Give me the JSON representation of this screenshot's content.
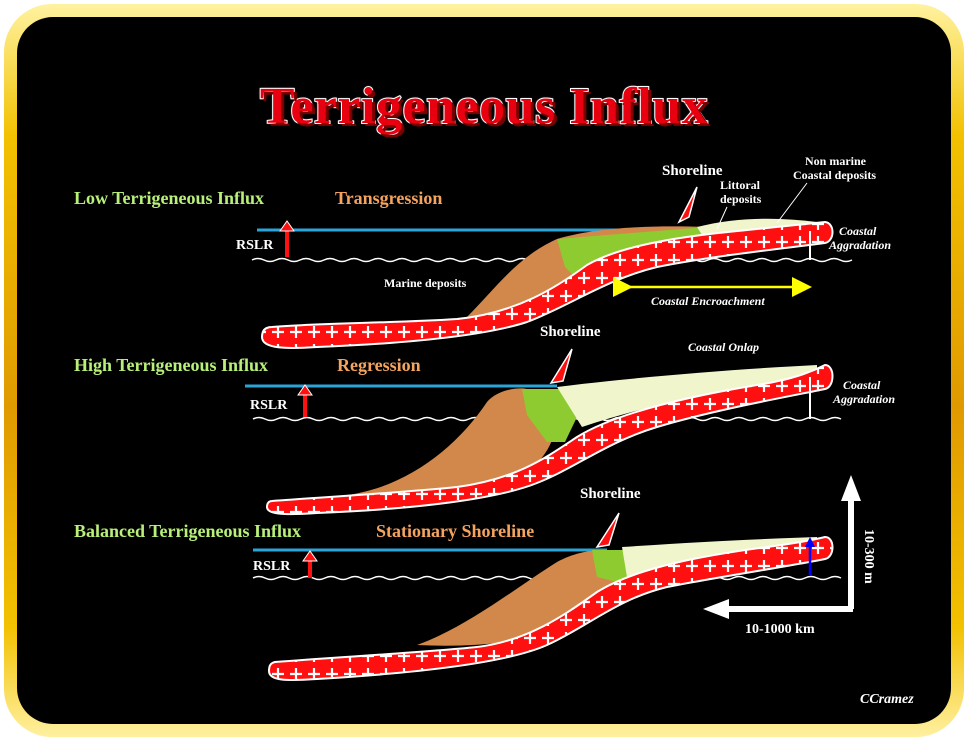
{
  "title": "Terrigeneous Influx",
  "credit": "CCramez",
  "panels": [
    {
      "influx_label": "Low Terrigeneous Influx",
      "regime_label": "Transgression",
      "rslr_label": "RSLR",
      "shoreline_label": "Shoreline",
      "littoral_label_1": "Littoral",
      "littoral_label_2": "deposits",
      "nonmarine_label_1": "Non marine",
      "nonmarine_label_2": "Coastal deposits",
      "marine_label": "Marine deposits",
      "aggradation_label_1": "Coastal",
      "aggradation_label_2": "Aggradation",
      "encroachment_label": "Coastal Encroachment"
    },
    {
      "influx_label": "High Terrigeneous Influx",
      "regime_label": "Regression",
      "rslr_label": "RSLR",
      "shoreline_label": "Shoreline",
      "onlap_label": "Coastal Onlap",
      "aggradation_label_1": "Coastal",
      "aggradation_label_2": "Aggradation"
    },
    {
      "influx_label": "Balanced Terrigeneous Influx",
      "regime_label": "Stationary Shoreline",
      "rslr_label": "RSLR",
      "shoreline_label": "Shoreline"
    }
  ],
  "scale": {
    "vertical_label": "10-300 m",
    "horizontal_label": "10-1000 km"
  },
  "colors": {
    "basement": "#ff1010",
    "marine": "#d2884a",
    "littoral": "#8ecb30",
    "nonmarine": "#f0f5cc",
    "sea": "#2ba4d8",
    "influx_text": "#b8f07a",
    "regime_text": "#f5a460",
    "title": "#e80010",
    "frame": "#f2c100"
  }
}
